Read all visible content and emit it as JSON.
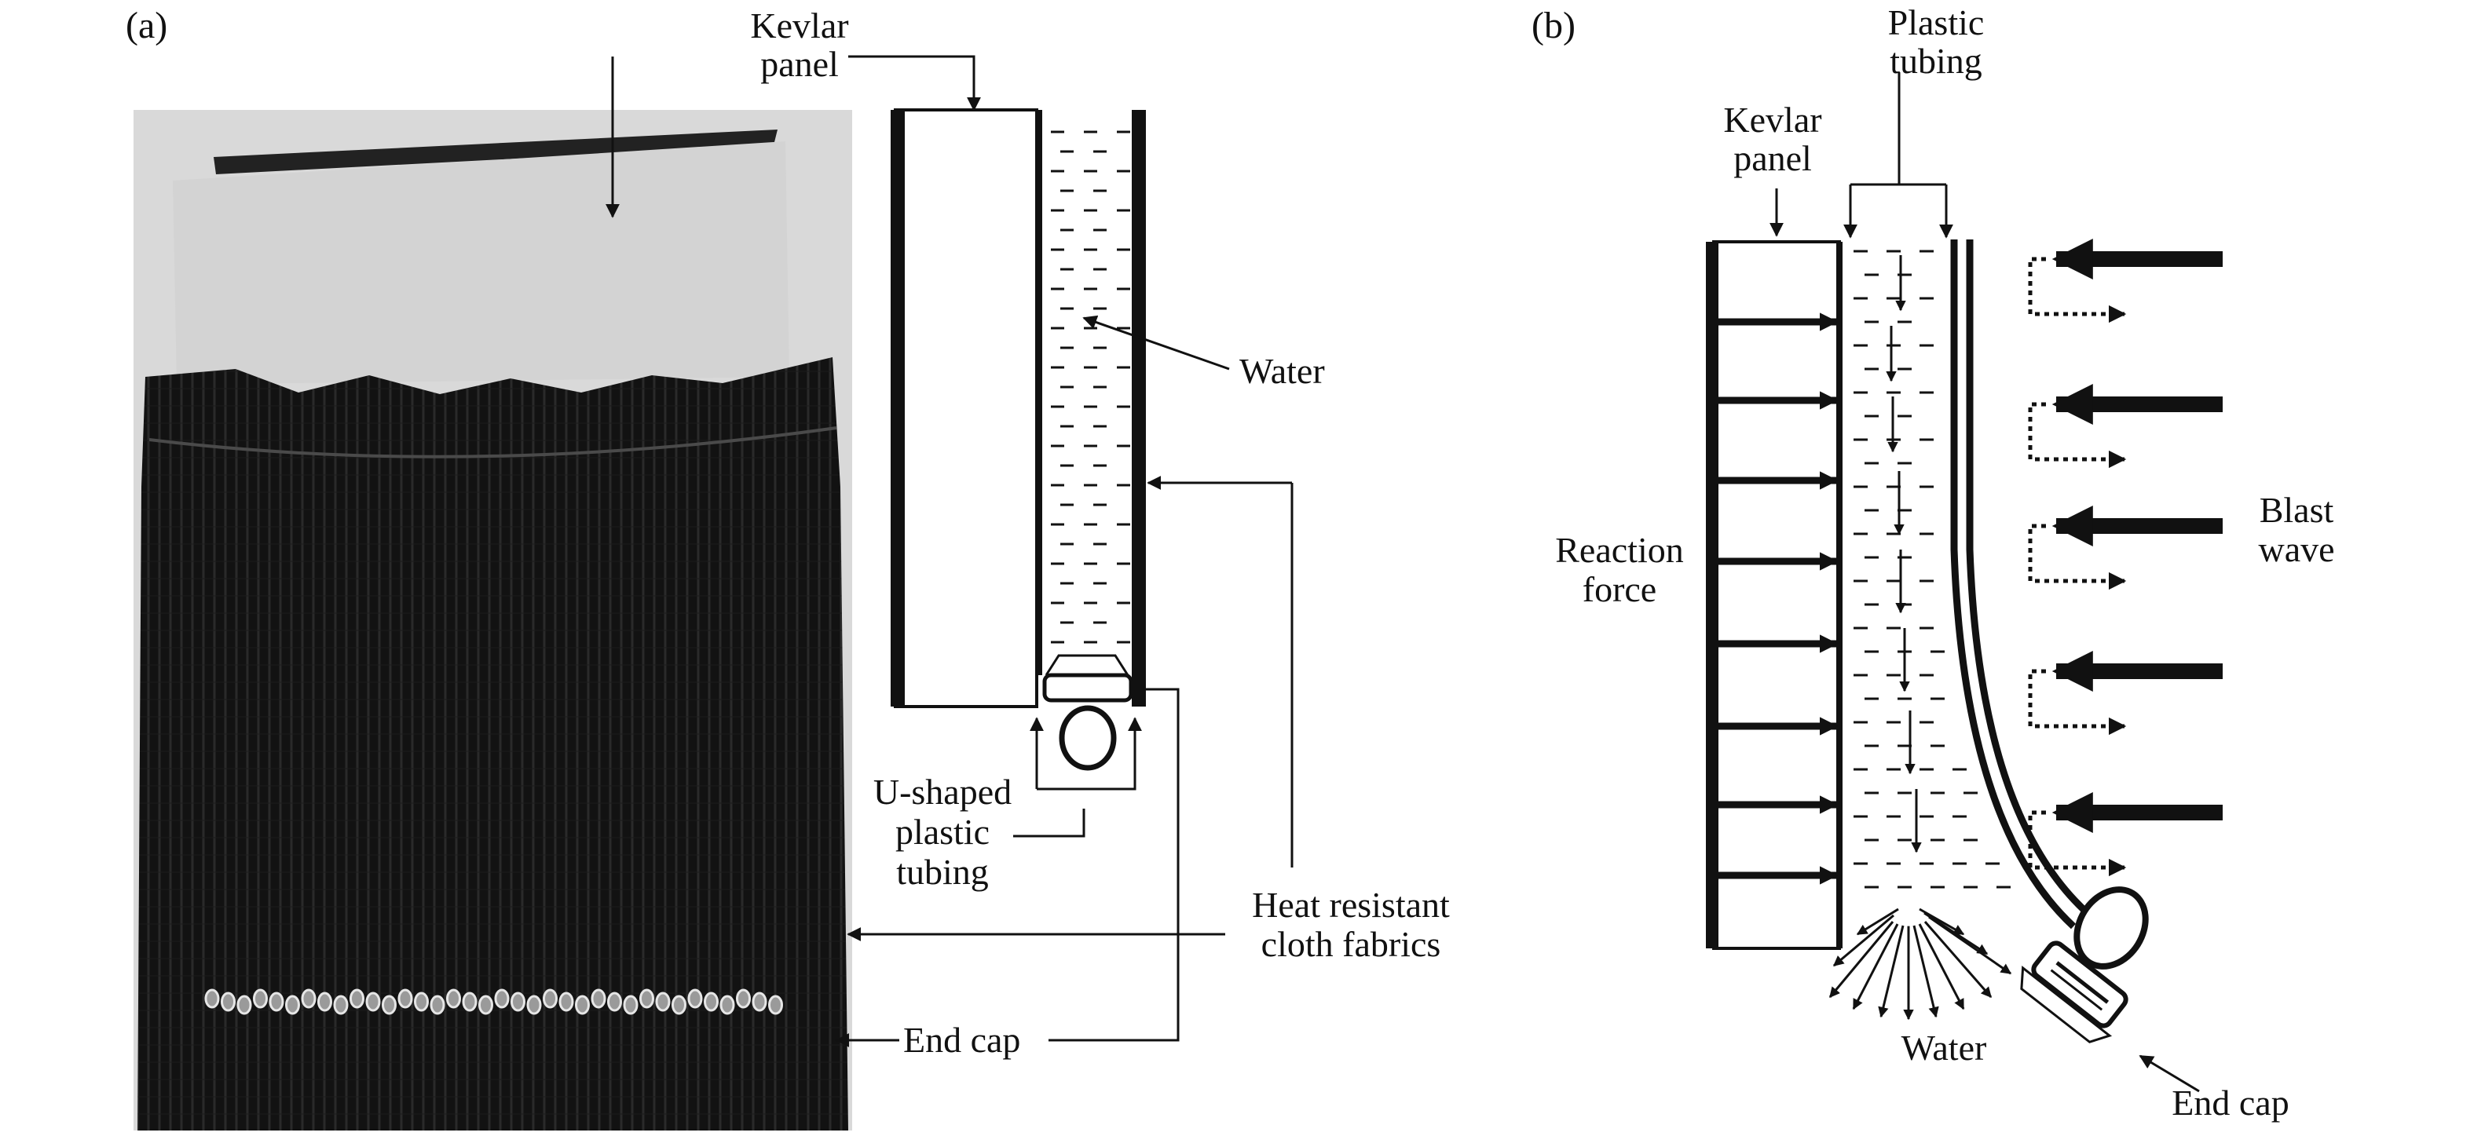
{
  "figure": {
    "panel_a": {
      "label": "(a)",
      "kevlar_panel": [
        "Kevlar",
        "panel"
      ],
      "water": "Water",
      "u_shaped_tubing": [
        "U-shaped",
        "plastic",
        "tubing"
      ],
      "heat_resistant": [
        "Heat resistant",
        "cloth fabrics"
      ],
      "end_cap": "End cap"
    },
    "panel_b": {
      "label": "(b)",
      "plastic_tubing": [
        "Plastic",
        "tubing"
      ],
      "kevlar_panel": [
        "Kevlar",
        "panel"
      ],
      "reaction_force": [
        "Reaction",
        "force"
      ],
      "blast_wave": [
        "Blast",
        "wave"
      ],
      "water": "Water",
      "end_cap": "End cap"
    }
  },
  "colors": {
    "ink": "#111111",
    "photo_background": "#d9d9d9",
    "kevlar_sheet": "#d3d3d3",
    "fabric": "#121212"
  }
}
